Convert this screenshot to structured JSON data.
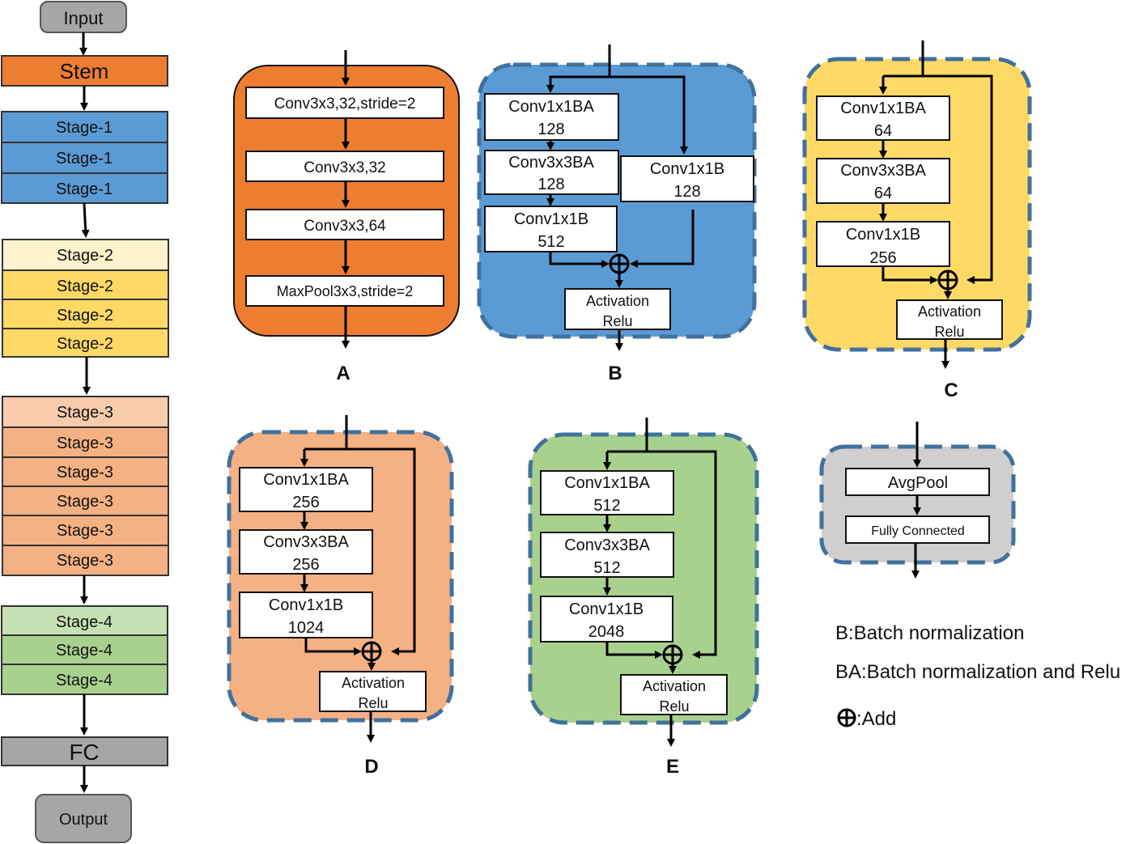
{
  "pipeline": {
    "input": "Input",
    "stem": "Stem",
    "stage1": [
      "Stage-1",
      "Stage-1",
      "Stage-1"
    ],
    "stage2": [
      "Stage-2",
      "Stage-2",
      "Stage-2",
      "Stage-2"
    ],
    "stage3": [
      "Stage-3",
      "Stage-3",
      "Stage-3",
      "Stage-3",
      "Stage-3",
      "Stage-3"
    ],
    "stage4": [
      "Stage-4",
      "Stage-4",
      "Stage-4"
    ],
    "fc": "FC",
    "output": "Output"
  },
  "block_a": {
    "label": "A",
    "layers": [
      "Conv3x3,32,stride=2",
      "Conv3x3,32",
      "Conv3x3,64",
      "MaxPool3x3,stride=2"
    ]
  },
  "block_b": {
    "label": "B",
    "conv1": [
      "Conv1x1BA",
      "128"
    ],
    "conv2": [
      "Conv3x3BA",
      "128"
    ],
    "conv3": [
      "Conv1x1B",
      "512"
    ],
    "shortcut": [
      "Conv1x1B",
      "128"
    ],
    "activation": [
      "Activation",
      "Relu"
    ]
  },
  "block_c": {
    "label": "C",
    "conv1": [
      "Conv1x1BA",
      "64"
    ],
    "conv2": [
      "Conv3x3BA",
      "64"
    ],
    "conv3": [
      "Conv1x1B",
      "256"
    ],
    "activation": [
      "Activation",
      "Relu"
    ]
  },
  "block_d": {
    "label": "D",
    "conv1": [
      "Conv1x1BA",
      "256"
    ],
    "conv2": [
      "Conv3x3BA",
      "256"
    ],
    "conv3": [
      "Conv1x1B",
      "1024"
    ],
    "activation": [
      "Activation",
      "Relu"
    ]
  },
  "block_e": {
    "label": "E",
    "conv1": [
      "Conv1x1BA",
      "512"
    ],
    "conv2": [
      "Conv3x3BA",
      "512"
    ],
    "conv3": [
      "Conv1x1B",
      "2048"
    ],
    "activation": [
      "Activation",
      "Relu"
    ]
  },
  "head": {
    "avgpool": "AvgPool",
    "fully_connected": "Fully Connected"
  },
  "legend": {
    "b": "B:Batch normalization",
    "ba": "BA:Batch normalization and Relu",
    "add": ":Add"
  },
  "colors": {
    "stem_orange": "#ed7d31",
    "stage1_blue": "#5b9bd5",
    "stage2_yellow": "#ffd966",
    "stage2_light": "#fff2cc",
    "stage3_orange": "#f4b183",
    "stage3_light": "#f8cbad",
    "stage4_green": "#a9d18e",
    "stage4_light": "#c5e0b4",
    "gray": "#a6a6a6",
    "head_gray": "#d0cece",
    "dash_border": "#41719c"
  }
}
